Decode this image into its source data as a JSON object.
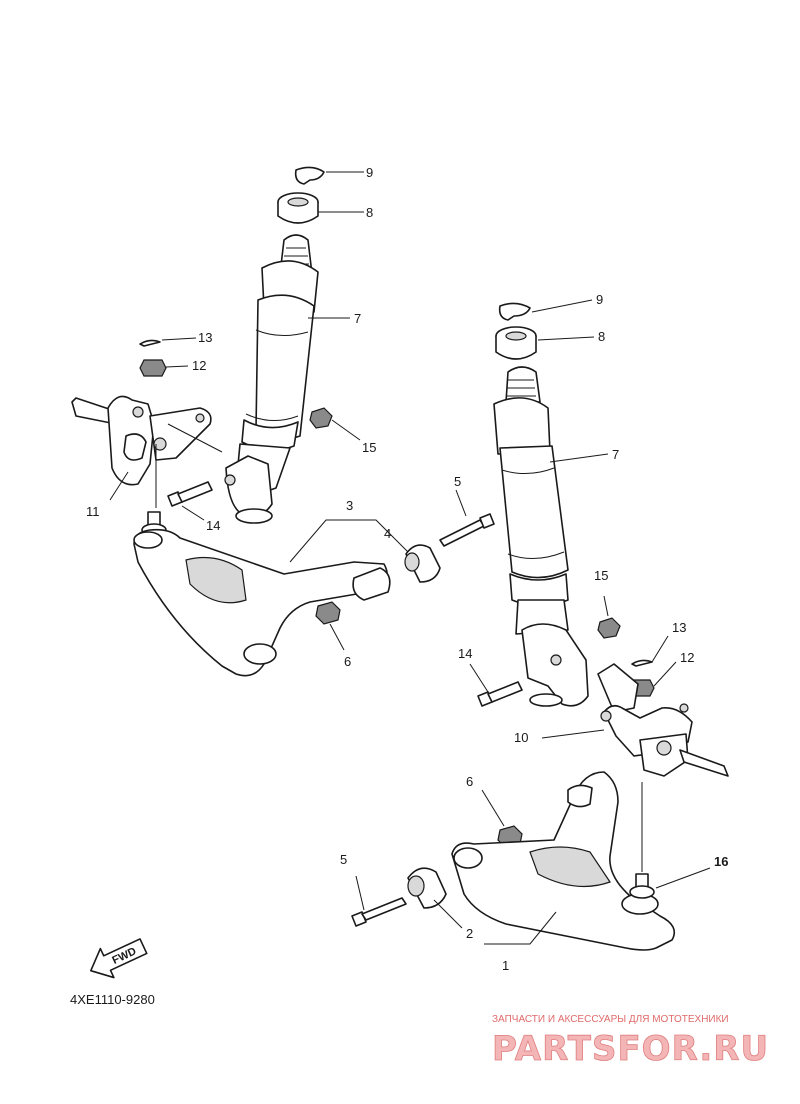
{
  "diagram": {
    "callouts": {
      "c1": "1",
      "c2": "2",
      "c3": "3",
      "c4": "4",
      "c5a": "5",
      "c5b": "5",
      "c6a": "6",
      "c6b": "6",
      "c7a": "7",
      "c7b": "7",
      "c8a": "8",
      "c8b": "8",
      "c9a": "9",
      "c9b": "9",
      "c10": "10",
      "c11": "11",
      "c12a": "12",
      "c12b": "12",
      "c13a": "13",
      "c13b": "13",
      "c14a": "14",
      "c14b": "14",
      "c15a": "15",
      "c15b": "15",
      "c16": "16"
    },
    "fwd_arrow_label": "FWD",
    "diagram_code": "4XE1110-9280"
  },
  "watermark": {
    "tagline": "ЗАПЧАСТИ И АКСЕССУАРЫ ДЛЯ МОТОТЕХНИКИ",
    "brand": "PARTSFOR.RU"
  },
  "colors": {
    "line": "#1a1a1a",
    "watermark": "#e07f7f"
  }
}
